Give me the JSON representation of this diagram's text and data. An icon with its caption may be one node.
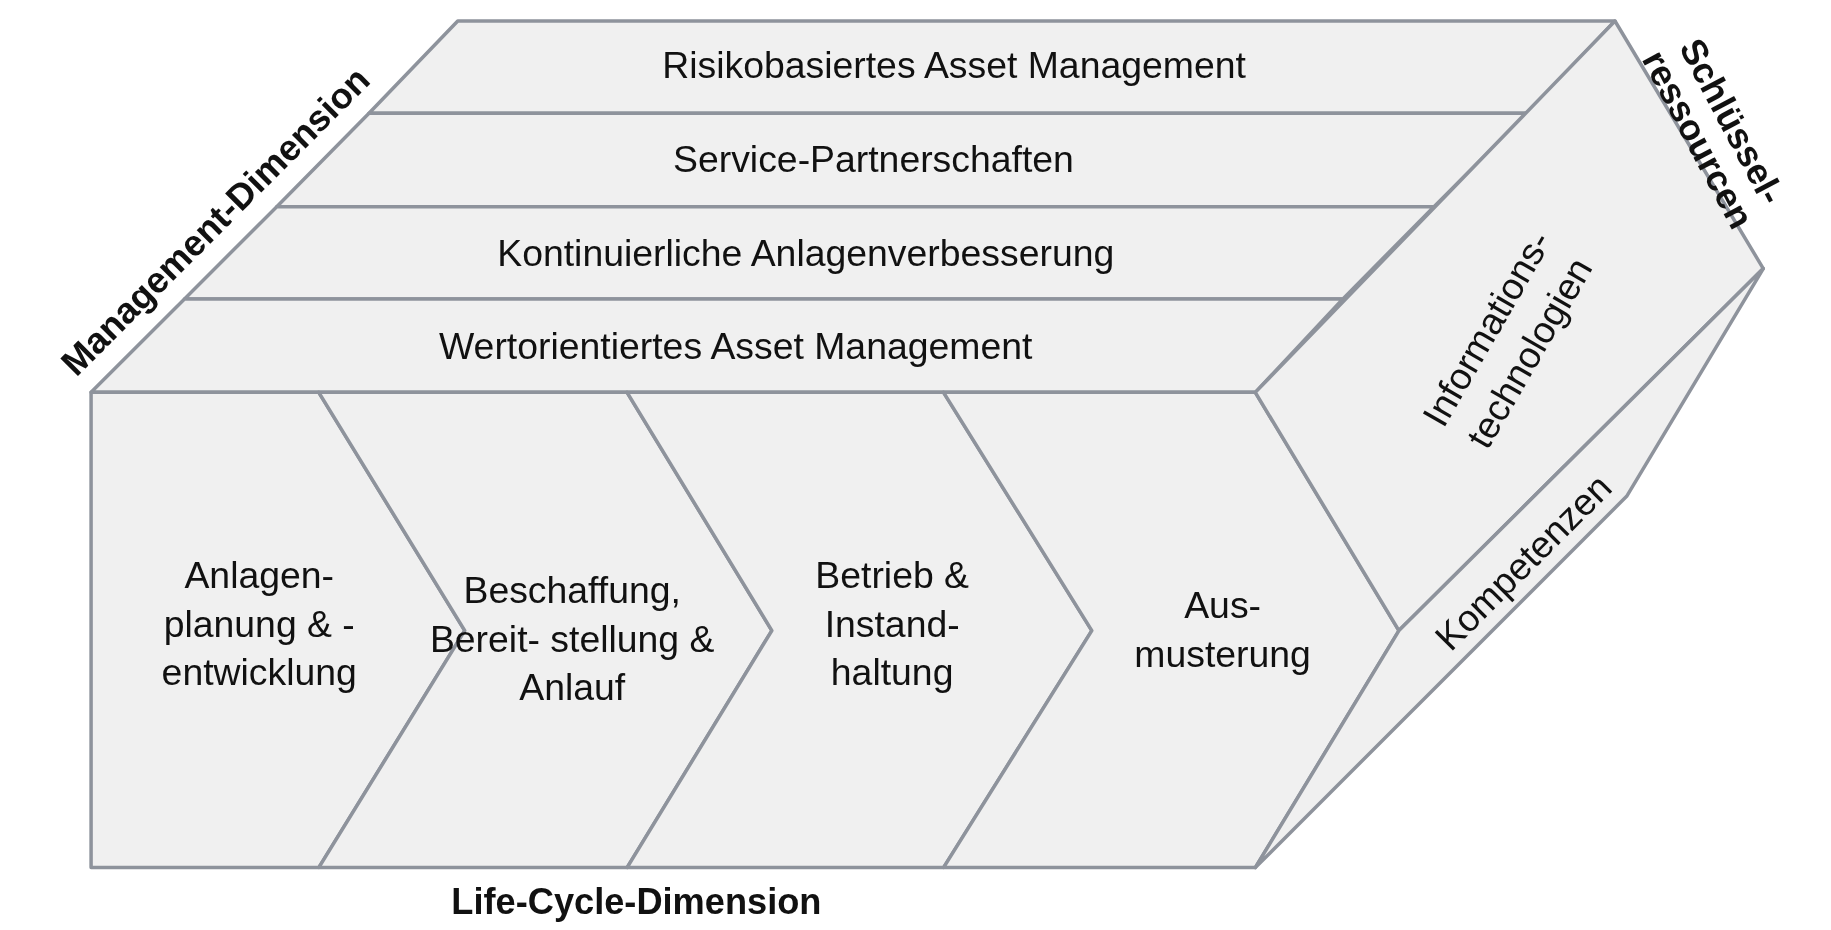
{
  "diagram": {
    "nodes": [
      {
        "text": [
          "Risikobasiertes Asset Management"
        ]
      },
      {
        "text": [
          "Service-Partnerschaften"
        ]
      },
      {
        "text": [
          "Kontinuierliche Anlagenverbesserung"
        ]
      },
      {
        "text": [
          "Wertorientiertes Asset Management"
        ]
      },
      {
        "text": [
          "Anlagen- planung & -entwicklung"
        ]
      },
      {
        "text": [
          "Beschaffung, Bereit- stellung & Anlauf"
        ]
      },
      {
        "text": [
          "Betrieb & Instand- haltung"
        ]
      },
      {
        "text": [
          "Aus- musterung"
        ]
      },
      {
        "text": [
          "Informations- technologien"
        ]
      },
      {
        "text": [
          "Kompetenzen"
        ]
      }
    ],
    "labels": [
      "Management-Dimension",
      "Schlüssel- ressourcen",
      "Life-Cycle-Dimension"
    ]
  }
}
